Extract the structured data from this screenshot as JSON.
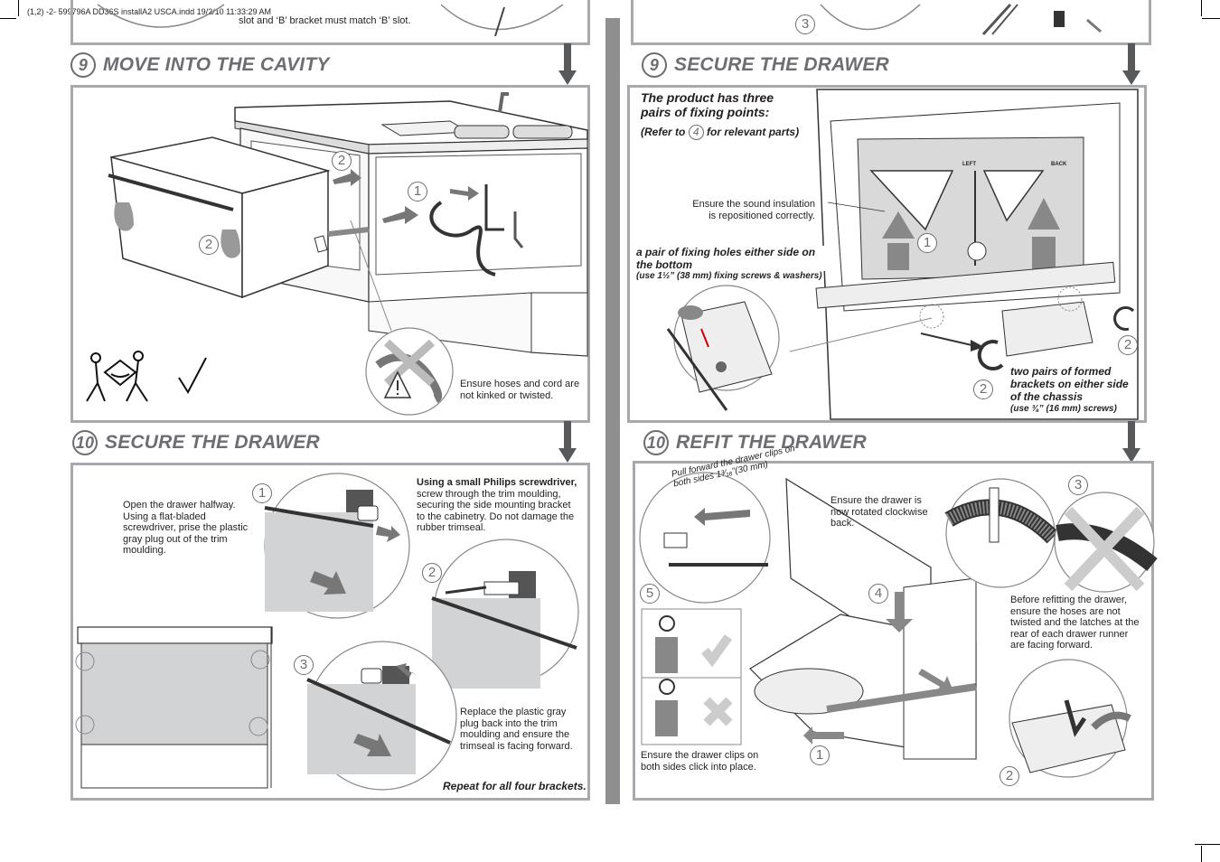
{
  "slug": "(1,2)  -2- 599796A DD36S installA2 USCA.indd 19/2/10 11:33:29 AM",
  "top_fragment": "slot and ‘B’ bracket must match ‘B’ slot.",
  "top_right_marker": "3",
  "sec9_left": {
    "num": "9",
    "title": "MOVE INTO THE CAVITY",
    "markers": [
      "2",
      "1",
      "2"
    ],
    "warning": "Ensure hoses and cord are not kinked or twisted."
  },
  "sec9_right": {
    "num": "9",
    "title": "SECURE THE DRAWER",
    "intro": "The product has three pairs of fixing points:",
    "refer_pre": "(Refer to",
    "refer_num": "4",
    "refer_post": "for relevant parts)",
    "insulation": "Ensure the sound insulation is repositioned correctly.",
    "holes_title": "a pair of fixing holes either side on the bottom",
    "holes_note": "(use 1½” (38 mm) fixing screws & washers)",
    "brackets_title": "two pairs of formed brackets on either side of the chassis",
    "brackets_note": "(use ⅜” (16 mm) screws)",
    "label_left": "LEFT",
    "label_back": "BACK",
    "markers": [
      "1",
      "2",
      "2"
    ]
  },
  "sec10_left": {
    "num": "10",
    "title": "SECURE THE DRAWER",
    "step1": "Open the drawer halfway. Using a flat-bladed screwdriver, prise the plastic gray plug out of the trim moulding.",
    "step2_bold": "Using a small Philips screwdriver,",
    "step2": "screw through the trim moulding, securing the side mounting bracket to the cabinetry. Do not damage the rubber trimseal.",
    "step3": "Replace the plastic gray plug back into the trim moulding and ensure the trimseal is facing forward.",
    "repeat": "Repeat for all four brackets.",
    "markers": [
      "1",
      "2",
      "3"
    ]
  },
  "sec10_right": {
    "num": "10",
    "title": "REFIT THE DRAWER",
    "pull": "Pull forward the drawer clips on both sides 1³⁄₁₆”(30 mm)",
    "rotated": "Ensure the drawer is now rotated clockwise back.",
    "hoses": "Before refitting the drawer, ensure the hoses are not twisted and the latches at the rear of each drawer runner are facing forward.",
    "clips": "Ensure the drawer clips on both sides click into place.",
    "markers": [
      "3",
      "5",
      "4",
      "1",
      "2"
    ]
  }
}
